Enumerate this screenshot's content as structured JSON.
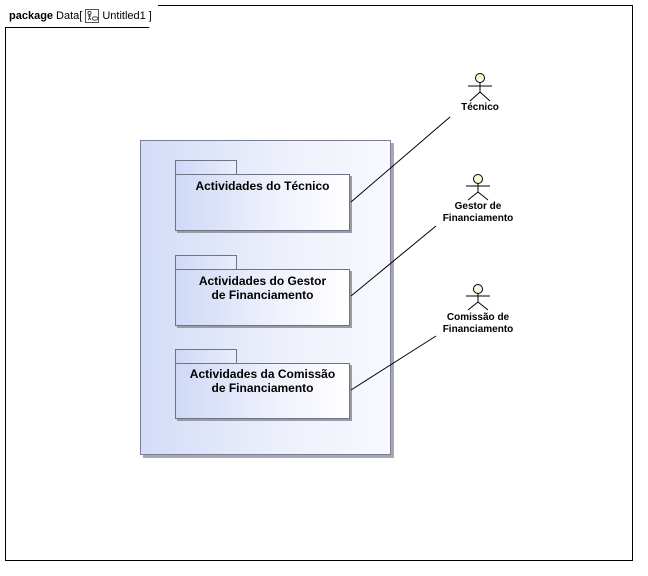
{
  "frame": {
    "keyword": "package",
    "name": "Data",
    "diagram_name": "Untitled1",
    "bracket_open": "[",
    "bracket_close": "]"
  },
  "packages": [
    {
      "line1": "Actividades do Técnico",
      "line2": ""
    },
    {
      "line1": "Actividades do Gestor",
      "line2": "de Financiamento"
    },
    {
      "line1": "Actividades da Comissão",
      "line2": "de Financiamento"
    }
  ],
  "actors": [
    {
      "line1": "Técnico",
      "line2": ""
    },
    {
      "line1": "Gestor de",
      "line2": "Financiamento"
    },
    {
      "line1": "Comissão de",
      "line2": "Financiamento"
    }
  ],
  "colors": {
    "actor_head_fill": "#fbfbd8",
    "container_gradient_start": "#d3dcf8",
    "line": "#000000"
  }
}
